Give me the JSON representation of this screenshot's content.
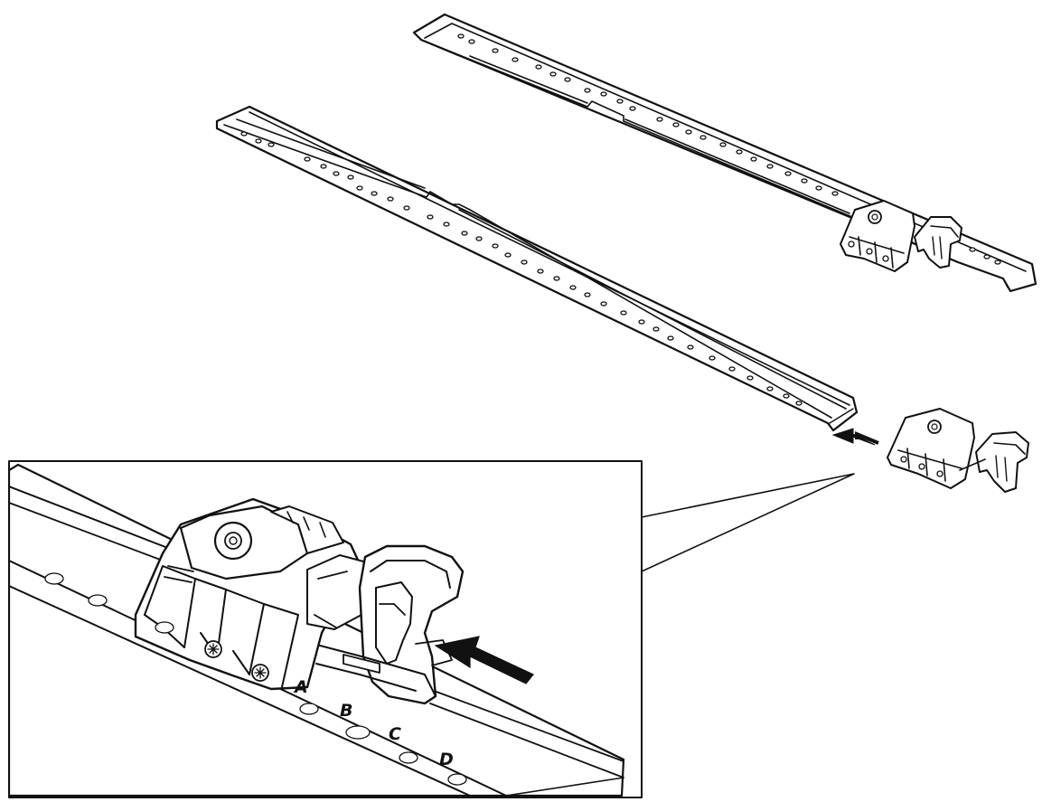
{
  "figure": {
    "position_labels": [
      "A",
      "B",
      "C",
      "D"
    ],
    "colors": {
      "line": "#111111",
      "background": "#ffffff"
    },
    "parts": [
      "back-rail",
      "front-rail",
      "rail-latch-bracket",
      "insertion-arrow",
      "detail-inset"
    ]
  }
}
